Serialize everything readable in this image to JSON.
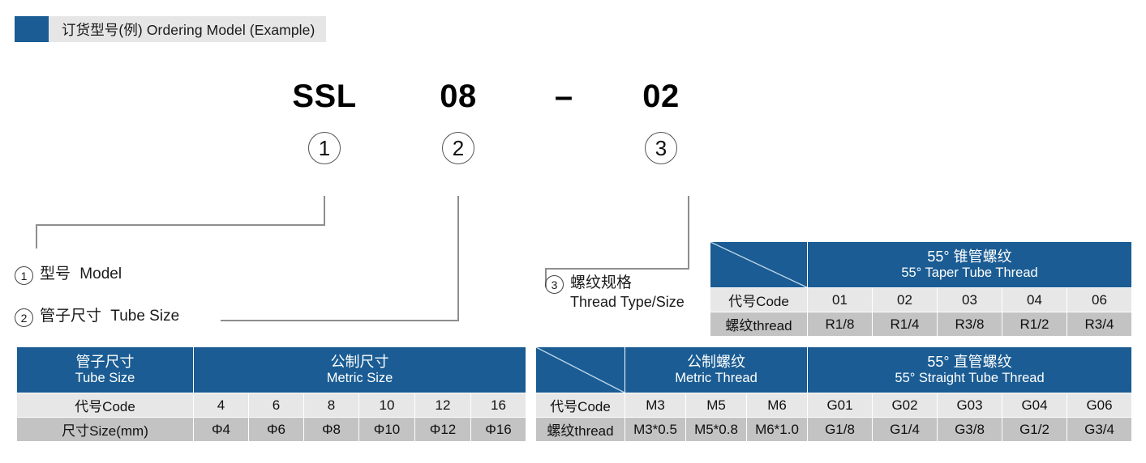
{
  "header": {
    "swatch_color": "#1a5c93",
    "title": "订货型号(例) Ordering Model (Example)"
  },
  "model_code": {
    "part1": "SSL",
    "part2": "08",
    "separator": "–",
    "part3": "02",
    "marker1": "1",
    "marker2": "2",
    "marker3": "3"
  },
  "legend": [
    {
      "mark": "1",
      "cn": "型号",
      "en": "Model",
      "line2": ""
    },
    {
      "mark": "2",
      "cn": "管子尺寸",
      "en": "Tube Size",
      "line2": ""
    },
    {
      "mark": "3",
      "cn": "螺纹规格",
      "en": "",
      "line2": "Thread Type/Size"
    }
  ],
  "table_tube_size": {
    "header_left_cn": "管子尺寸",
    "header_left_en": "Tube Size",
    "header_right_cn": "公制尺寸",
    "header_right_en": "Metric Size",
    "row1_label": "代号Code",
    "row2_label": "尺寸Size(mm)",
    "codes": [
      "4",
      "6",
      "8",
      "10",
      "12",
      "16"
    ],
    "sizes": [
      "Φ4",
      "Φ6",
      "Φ8",
      "Φ10",
      "Φ12",
      "Φ16"
    ]
  },
  "table_taper": {
    "header_cn": "55°  锥管螺纹",
    "header_en": "55°  Taper Tube Thread",
    "row1_label": "代号Code",
    "row2_label": "螺纹thread",
    "codes": [
      "01",
      "02",
      "03",
      "04",
      "06"
    ],
    "threads": [
      "R1/8",
      "R1/4",
      "R3/8",
      "R1/2",
      "R3/4"
    ]
  },
  "table_metric_straight": {
    "header_metric_cn": "公制螺纹",
    "header_metric_en": "Metric Thread",
    "header_straight_cn": "55°  直管螺纹",
    "header_straight_en": "55°  Straight Tube Thread",
    "row1_label": "代号Code",
    "row2_label": "螺纹thread",
    "metric_codes": [
      "M3",
      "M5",
      "M6"
    ],
    "metric_threads": [
      "M3*0.5",
      "M5*0.8",
      "M6*1.0"
    ],
    "straight_codes": [
      "G01",
      "G02",
      "G03",
      "G04",
      "G06"
    ],
    "straight_threads": [
      "G1/8",
      "G1/4",
      "G3/8",
      "G1/2",
      "G3/4"
    ]
  },
  "colors": {
    "brand_blue": "#1a5c93",
    "banner_gray": "#e6e6e6",
    "row_light": "#e7e7e7",
    "row_dark": "#c3c3c3",
    "line_gray": "#8e8e8e"
  }
}
